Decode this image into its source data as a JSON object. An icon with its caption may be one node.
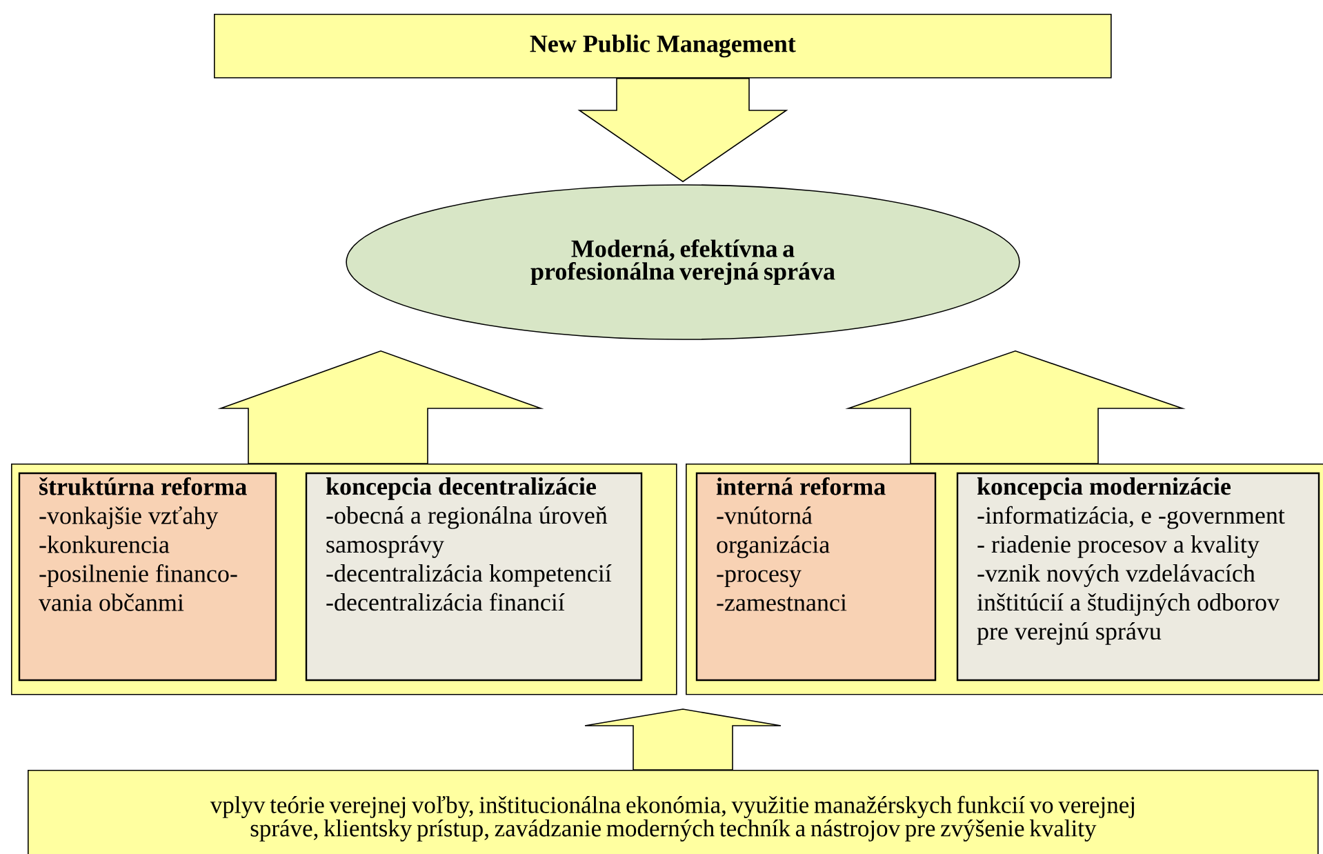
{
  "diagram": {
    "nodes": [
      {
        "text": [
          "New Public Management"
        ]
      },
      {
        "text": [
          "Moderná, efektívna a profesionálna verejná správa"
        ]
      },
      {
        "text": [],
        "shape": "box"
      },
      {
        "text": [
          "štruktúrna reforma",
          "-vonkajšie vzťahy",
          "-konkurencia",
          "-posilnenie financo- vania občanmi"
        ],
        "in": 2
      },
      {
        "text": [
          "koncepcia decentralizácie",
          "-obecná a regionálna úroveň samosprávy",
          "-decentralizácia kompetencií",
          "-decentralizácia financií"
        ],
        "in": 2
      },
      {
        "text": [],
        "shape": "box"
      },
      {
        "text": [
          "interná reforma",
          "-vnútorná organizácia",
          "-procesy",
          "-zamestnanci"
        ],
        "in": 5
      },
      {
        "text": [
          "koncepcia modernizácie",
          "-informatizácia, e -government",
          "- riadenie procesov a kvality",
          "-vznik nových vzdelávacích inštitúcií a študijných odborov pre verejnú správu"
        ],
        "in": 5
      },
      {
        "text": [
          "vplyv teórie verejnej voľby, inštitucionálna ekonómia, využitie manažérskych funkcií vo verejnej správe, klientsky prístup, zavádzanie moderných techník a nástrojov pre zvýšenie kvality"
        ]
      }
    ],
    "edges": [
      {
        "from": 0,
        "to": 1,
        "arrow": "to"
      },
      {
        "from": 2,
        "to": 1,
        "arrow": "to"
      },
      {
        "from": 5,
        "to": 1,
        "arrow": "to"
      },
      {
        "from": 8,
        "to": null,
        "arrow": "to"
      }
    ]
  }
}
